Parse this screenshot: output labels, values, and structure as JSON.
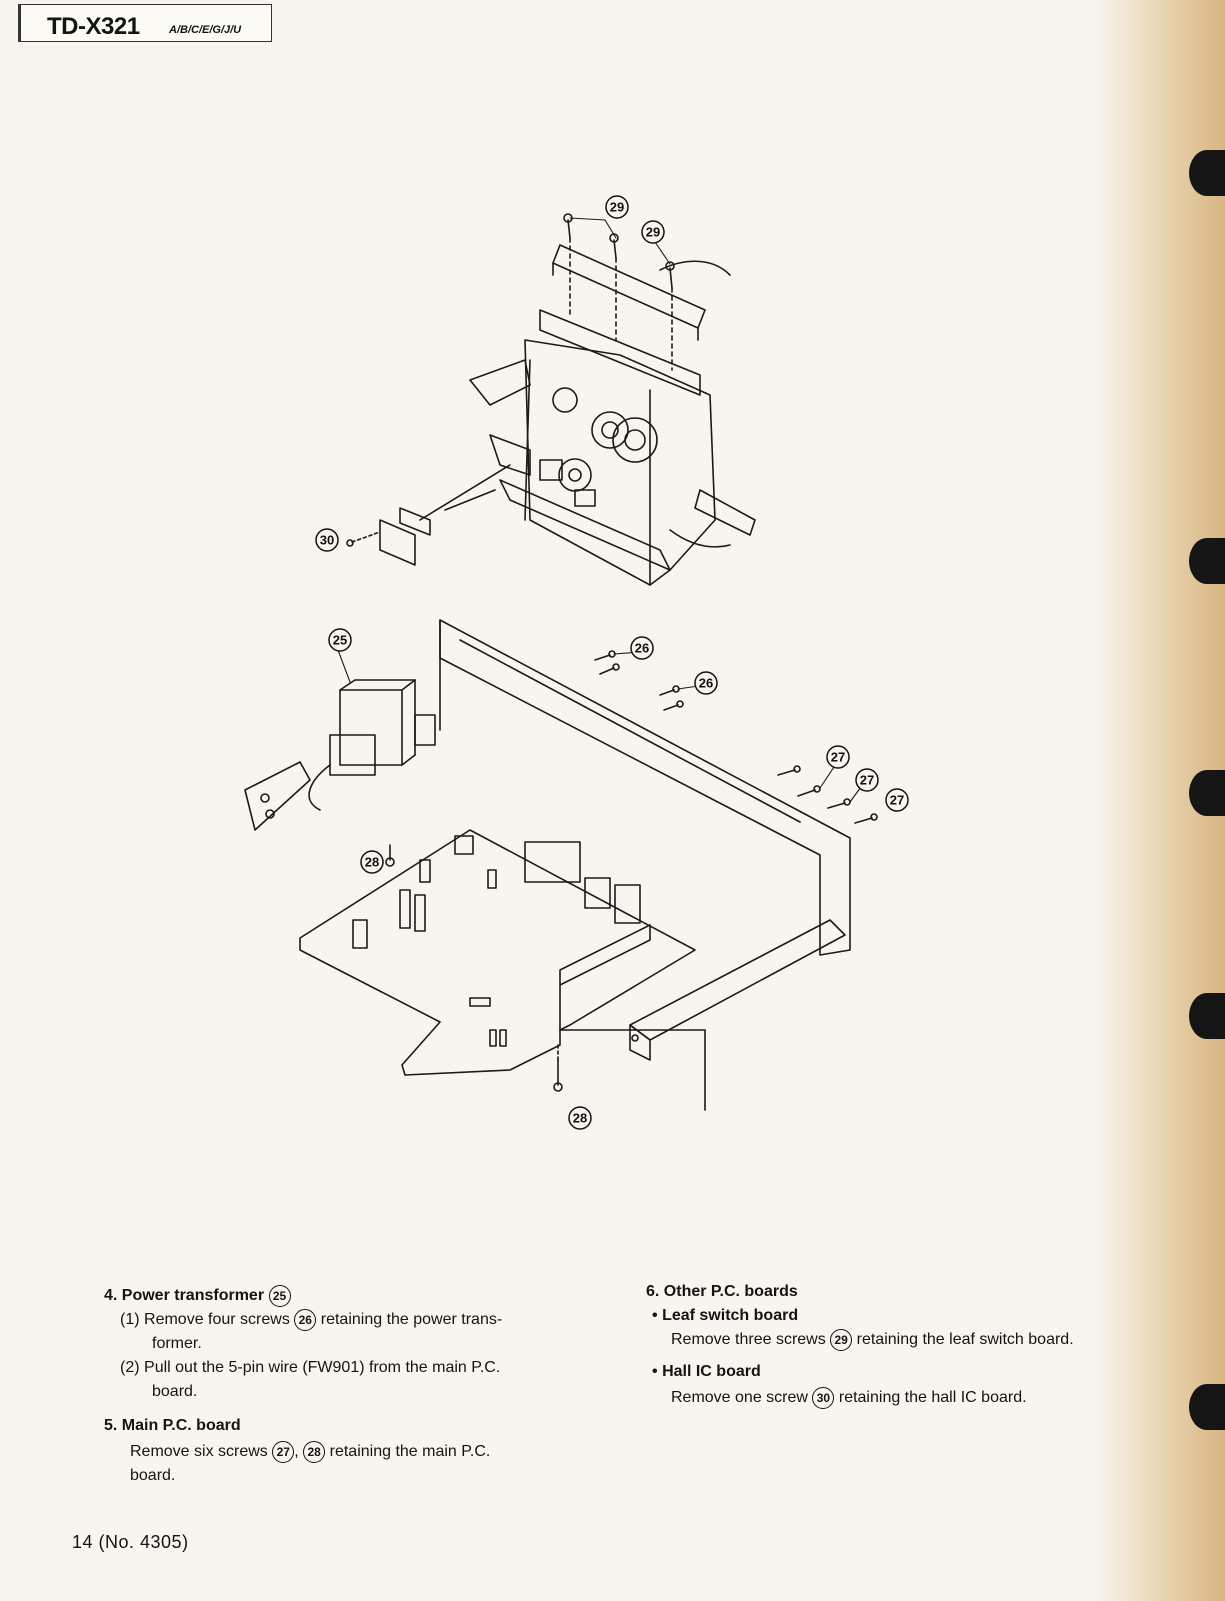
{
  "header": {
    "model": "TD-X321",
    "variants": "A/B/C/E/G/J/U"
  },
  "figure": {
    "callouts": [
      "29",
      "29",
      "30",
      "25",
      "26",
      "26",
      "27",
      "27",
      "27",
      "28",
      "28"
    ]
  },
  "sections": {
    "s4": {
      "heading": "4. Power transformer",
      "ref": "25",
      "step1_num": "(1)",
      "step1_a": "Remove four screws",
      "step1_ref": "26",
      "step1_b": "retaining the power trans-",
      "step1_c": "former.",
      "step2_num": "(2)",
      "step2_a": "Pull out the 5-pin wire (FW901) from the main P.C.",
      "step2_b": "board."
    },
    "s5": {
      "heading": "5. Main P.C. board",
      "line1_a": "Remove six screws",
      "ref1": "27",
      "comma": ",",
      "ref2": "28",
      "line1_b": "retaining the main P.C.",
      "line2": "board."
    },
    "s6": {
      "heading": "6. Other P.C. boards",
      "item1_title": "Leaf switch board",
      "item1_a": "Remove three screws",
      "item1_ref": "29",
      "item1_b": "retaining the leaf switch board.",
      "item2_title": "Hall IC board",
      "item2_a": "Remove one screw",
      "item2_ref": "30",
      "item2_b": "retaining the hall IC board."
    }
  },
  "footer": {
    "page": "14 (No. 4305)"
  }
}
